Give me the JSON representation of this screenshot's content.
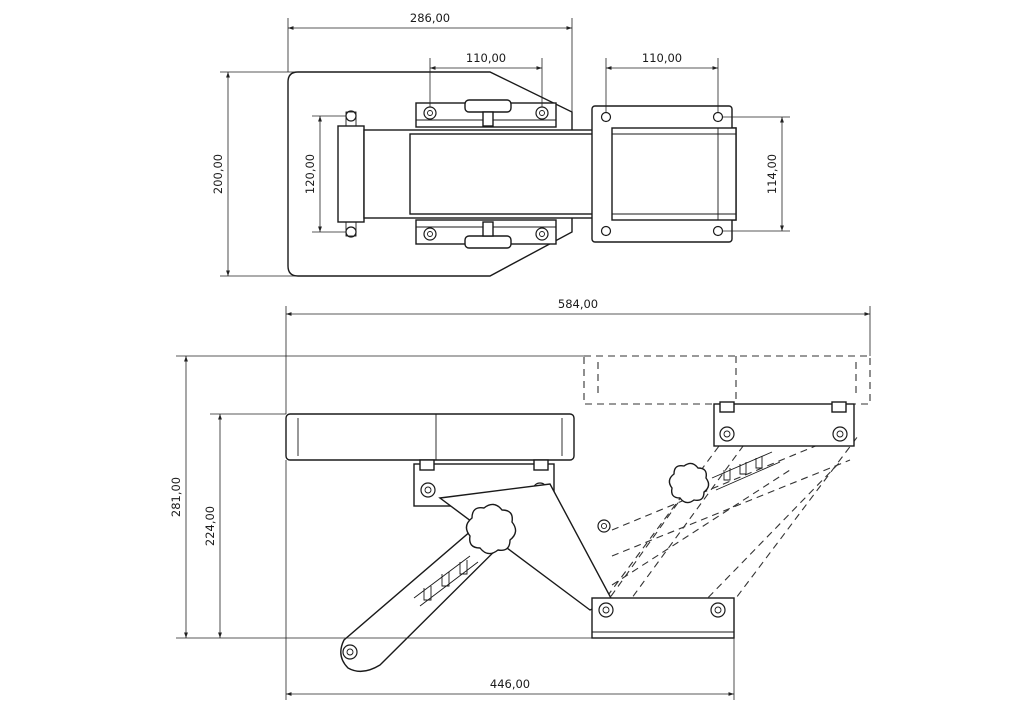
{
  "dimensions": {
    "top_width": "286,00",
    "top_inner_left": "110,00",
    "top_inner_right": "110,00",
    "plate_height": "200,00",
    "inner_height": "120,00",
    "bracket_height": "114,00",
    "total_length": "584,00",
    "total_height": "281,00",
    "lowered_height": "224,00",
    "base_length": "446,00"
  }
}
